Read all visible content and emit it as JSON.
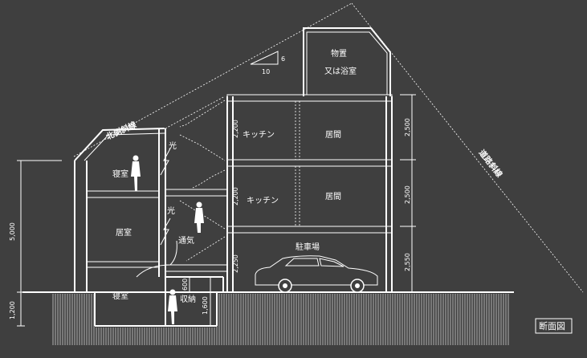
{
  "rooms": {
    "bedroom_upper": "寝室",
    "living_left": "居室",
    "bedroom_basement": "寝室",
    "storage_basement": "収納",
    "kitchen_3f": "キッチン",
    "living_3f": "居間",
    "kitchen_2f": "キッチン",
    "living_2f": "居間",
    "parking": "駐車場",
    "storage_roof_line1": "物置",
    "storage_roof_line2": "又は浴室"
  },
  "labels": {
    "north_slant": "北側斜線",
    "road_slant": "道路斜線",
    "light_upper": "光",
    "light_lower": "光",
    "ventilation": "通気"
  },
  "slope": {
    "rise": "6",
    "run": "10"
  },
  "dimensions": {
    "left_total": "5,000",
    "left_basement": "1,200",
    "basement_lower": "1,600",
    "basement_upper": "600",
    "floor_3f": "2,200",
    "floor_2f": "2,200",
    "floor_1f": "2,250",
    "right_3f": "2,500",
    "right_2f": "2,500",
    "right_1f": "2,550"
  },
  "drawing_title": "断面図"
}
